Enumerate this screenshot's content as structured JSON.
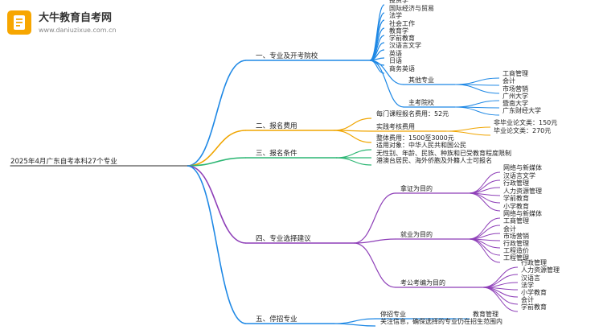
{
  "header": {
    "site_name": "大牛教育自考网",
    "site_url": "www.daniuzixue.com.cn"
  },
  "mindmap": {
    "root": "2025年4月广东自考本科27个专业",
    "branch_colors": [
      "#1e88e5",
      "#f0a500",
      "#2bb673",
      "#8e3fb8",
      "#1e88e5"
    ],
    "branches": [
      {
        "label": "一、专业及开考院校",
        "children": [
          {
            "label": "投资学"
          },
          {
            "label": "国际经济与贸易"
          },
          {
            "label": "法学"
          },
          {
            "label": "社会工作"
          },
          {
            "label": "教育学"
          },
          {
            "label": "学前教育"
          },
          {
            "label": "汉语言文学"
          },
          {
            "label": "英语"
          },
          {
            "label": "日语"
          },
          {
            "label": "商务英语"
          },
          {
            "label": "其他专业",
            "children": [
              {
                "label": "工商管理"
              },
              {
                "label": "会计"
              },
              {
                "label": "市场营销"
              }
            ]
          },
          {
            "label": "主考院校",
            "children": [
              {
                "label": "广州大学"
              },
              {
                "label": "暨南大学"
              },
              {
                "label": "广东财经大学"
              }
            ]
          }
        ]
      },
      {
        "label": "二、报名费用",
        "children": [
          {
            "label": "每门课程报名费用：52元"
          },
          {
            "label": "实践考核费用",
            "children": [
              {
                "label": "非毕业论文类：150元"
              },
              {
                "label": "毕业论文类：270元"
              }
            ]
          },
          {
            "label": "整体费用：1500至3000元"
          }
        ]
      },
      {
        "label": "三、报名条件",
        "children": [
          {
            "label": "适用对象：中华人民共和国公民"
          },
          {
            "label": "无性别、年龄、民族、种族和已受教育程度限制"
          },
          {
            "label": "港澳台居民、海外侨胞及外籍人士可报名"
          }
        ]
      },
      {
        "label": "四、专业选择建议",
        "children": [
          {
            "label": "拿证为目的",
            "children": [
              {
                "label": "网络与新媒体"
              },
              {
                "label": "汉语言文学"
              },
              {
                "label": "行政管理"
              },
              {
                "label": "人力资源管理"
              },
              {
                "label": "学前教育"
              },
              {
                "label": "小学教育"
              }
            ]
          },
          {
            "label": "就业为目的",
            "children": [
              {
                "label": "网络与新媒体"
              },
              {
                "label": "工商管理"
              },
              {
                "label": "会计"
              },
              {
                "label": "市场营销"
              },
              {
                "label": "行政管理"
              },
              {
                "label": "工程造价"
              },
              {
                "label": "工程管理"
              }
            ]
          },
          {
            "label": "考公考编为目的",
            "children": [
              {
                "label": "行政管理"
              },
              {
                "label": "人力资源管理"
              },
              {
                "label": "汉语言"
              },
              {
                "label": "法学"
              },
              {
                "label": "小学教育"
              },
              {
                "label": "会计"
              },
              {
                "label": "学前教育"
              }
            ]
          }
        ]
      },
      {
        "label": "五、停招专业",
        "children": [
          {
            "label": "停招专业",
            "children": [
              {
                "label": "教育管理"
              }
            ]
          },
          {
            "label": "关注信息，确保选择的专业仍在招生范围内"
          }
        ]
      }
    ]
  }
}
